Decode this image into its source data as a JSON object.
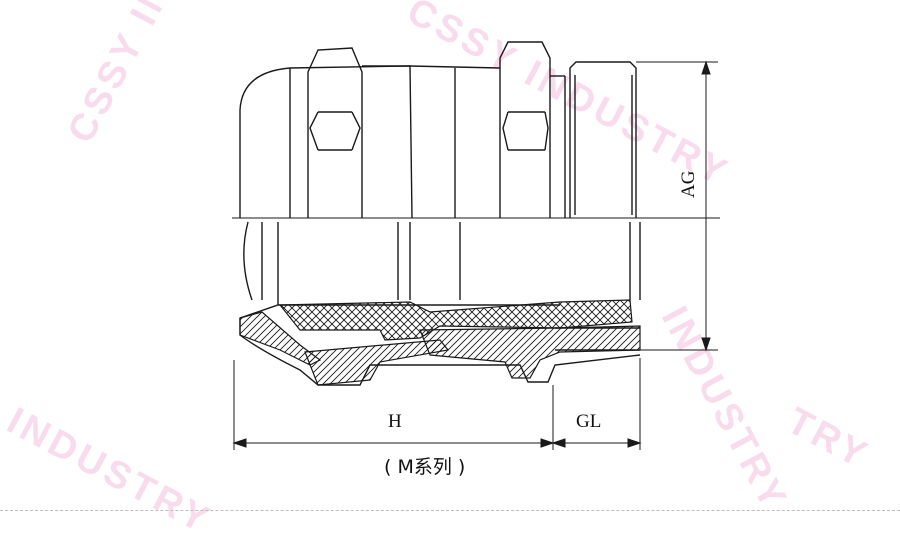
{
  "watermark": {
    "text_1": "CSSY INDUSTRY",
    "text_2": "CSSY INDUSTRY",
    "text_3": "INDUSTRY",
    "text_4": "TRY",
    "text_5": "INDUSTRY",
    "color": "#f6cfe6"
  },
  "dimensions": {
    "h_label": "H",
    "gl_label": "GL",
    "ag_label": "AG"
  },
  "caption": "( M系列 )",
  "colors": {
    "line": "#1a1a1a",
    "background": "#ffffff"
  }
}
